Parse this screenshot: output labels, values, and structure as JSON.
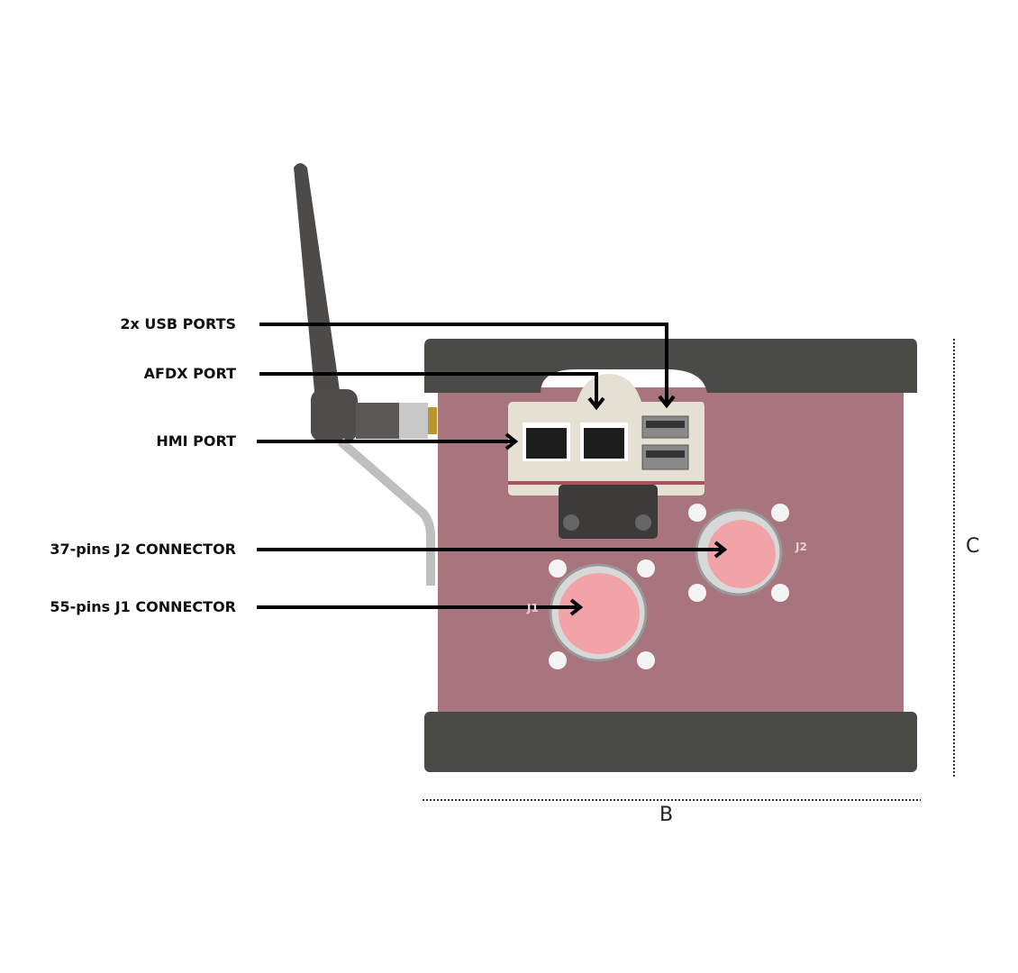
{
  "labels": {
    "usb": "2x USB PORTS",
    "afdx": "AFDX PORT",
    "hmi": "HMI PORT",
    "j2": "37-pins J2 CONNECTOR",
    "j1": "55-pins J1 CONNECTOR"
  },
  "connector_marks": {
    "j1": "J1",
    "j2": "J2"
  },
  "dimensions": {
    "width": "B",
    "height": "C"
  },
  "colors": {
    "body": "#a8747e",
    "bumper": "#4a4a47",
    "panel": "#e4e1d4",
    "connector": "#f2a3a8"
  }
}
